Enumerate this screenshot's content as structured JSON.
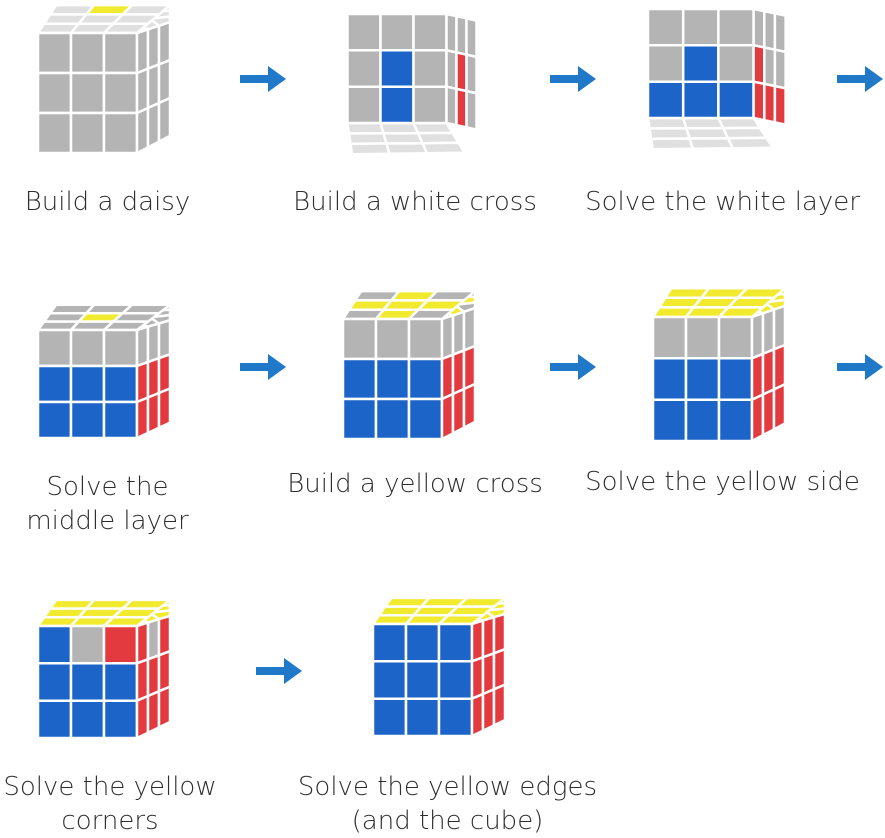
{
  "colors": {
    "white": "#e0e0e0",
    "gray": "#b4b4b4",
    "yellow": "#f2ea2e",
    "blue": "#1c64c8",
    "red": "#e23a3f",
    "arrow": "#1f78c8",
    "grid": "#ffffff"
  },
  "steps": [
    {
      "label": "Build a daisy",
      "view": "top",
      "top": [
        "W",
        "Y",
        "W",
        "W",
        "W",
        "W",
        "W",
        "W",
        "W"
      ],
      "front": [
        "G",
        "G",
        "G",
        "G",
        "G",
        "G",
        "G",
        "G",
        "G"
      ],
      "side": [
        "G",
        "G",
        "G",
        "G",
        "G",
        "G",
        "G",
        "G",
        "G"
      ]
    },
    {
      "label": "Build a white cross",
      "view": "bottom",
      "bottom": [
        "W",
        "W",
        "W",
        "W",
        "W",
        "W",
        "W",
        "W",
        "W"
      ],
      "front": [
        "G",
        "G",
        "G",
        "G",
        "B",
        "G",
        "G",
        "B",
        "G"
      ],
      "side": [
        "G",
        "G",
        "G",
        "G",
        "R",
        "G",
        "G",
        "R",
        "G"
      ]
    },
    {
      "label": "Solve the white layer",
      "view": "bottom",
      "bottom": [
        "W",
        "W",
        "W",
        "W",
        "W",
        "W",
        "W",
        "W",
        "W"
      ],
      "front": [
        "G",
        "G",
        "G",
        "G",
        "B",
        "G",
        "B",
        "B",
        "B"
      ],
      "side": [
        "G",
        "G",
        "G",
        "R",
        "G",
        "G",
        "R",
        "R",
        "R"
      ]
    },
    {
      "label": "Solve the\nmiddle layer",
      "view": "top",
      "top": [
        "G",
        "G",
        "G",
        "G",
        "Y",
        "G",
        "G",
        "G",
        "G"
      ],
      "front": [
        "G",
        "G",
        "G",
        "B",
        "B",
        "B",
        "B",
        "B",
        "B"
      ],
      "side": [
        "G",
        "G",
        "G",
        "R",
        "R",
        "R",
        "R",
        "R",
        "R"
      ]
    },
    {
      "label": "Build a yellow cross",
      "view": "top",
      "top": [
        "G",
        "Y",
        "G",
        "Y",
        "Y",
        "Y",
        "G",
        "Y",
        "G"
      ],
      "front": [
        "G",
        "G",
        "G",
        "B",
        "B",
        "B",
        "B",
        "B",
        "B"
      ],
      "side": [
        "G",
        "G",
        "G",
        "R",
        "R",
        "R",
        "R",
        "R",
        "R"
      ]
    },
    {
      "label": "Solve the yellow side",
      "view": "top",
      "top": [
        "Y",
        "Y",
        "Y",
        "Y",
        "Y",
        "Y",
        "Y",
        "Y",
        "Y"
      ],
      "front": [
        "G",
        "G",
        "G",
        "B",
        "B",
        "B",
        "B",
        "B",
        "B"
      ],
      "side": [
        "G",
        "G",
        "G",
        "R",
        "R",
        "R",
        "R",
        "R",
        "R"
      ]
    },
    {
      "label": "Solve the yellow\ncorners",
      "view": "top",
      "top": [
        "Y",
        "Y",
        "Y",
        "Y",
        "Y",
        "Y",
        "Y",
        "Y",
        "Y"
      ],
      "front": [
        "B",
        "G",
        "R",
        "B",
        "B",
        "B",
        "B",
        "B",
        "B"
      ],
      "side": [
        "R",
        "G",
        "R",
        "R",
        "R",
        "R",
        "R",
        "R",
        "R"
      ]
    },
    {
      "label": "Solve the yellow edges\n(and the cube)",
      "view": "top",
      "top": [
        "Y",
        "Y",
        "Y",
        "Y",
        "Y",
        "Y",
        "Y",
        "Y",
        "Y"
      ],
      "front": [
        "B",
        "B",
        "B",
        "B",
        "B",
        "B",
        "B",
        "B",
        "B"
      ],
      "side": [
        "R",
        "R",
        "R",
        "R",
        "R",
        "R",
        "R",
        "R",
        "R"
      ]
    }
  ]
}
